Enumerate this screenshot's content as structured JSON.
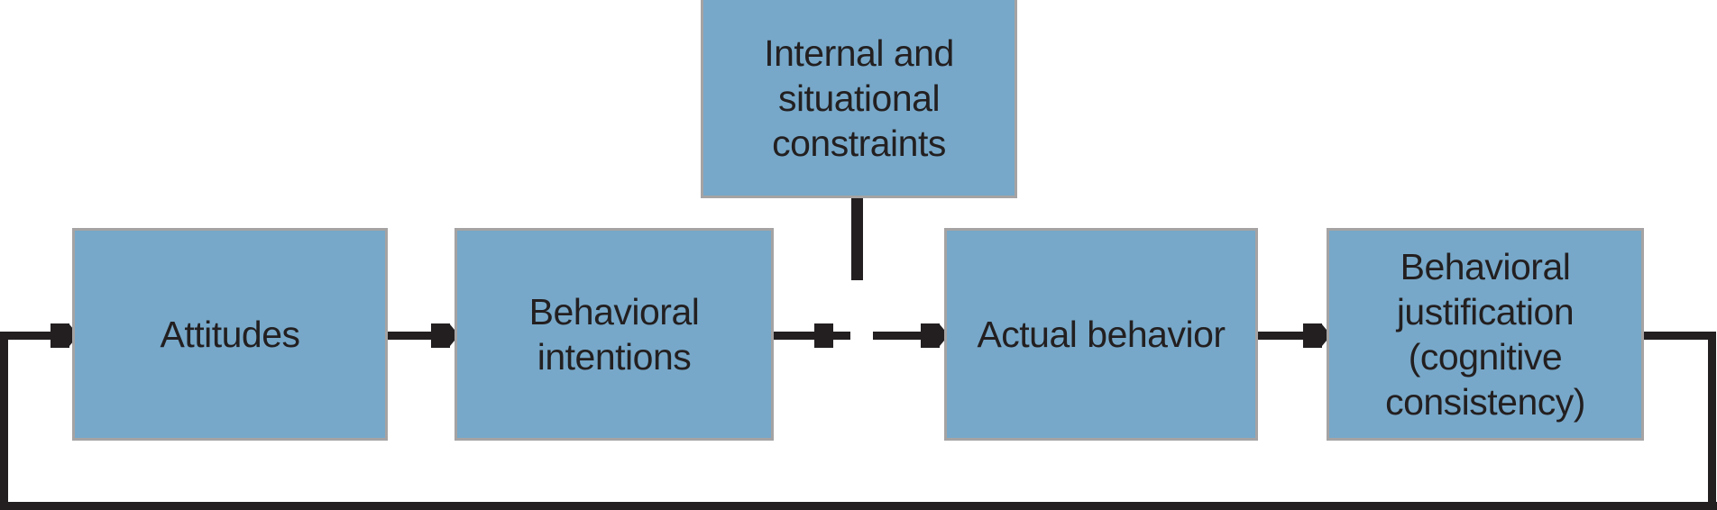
{
  "figure": {
    "type": "flow-diagram",
    "background": "#ffffff",
    "colors": {
      "node_fill": "#77a8c9",
      "node_border": "#a5a3a3",
      "connector": "#231f20",
      "text": "#231f20"
    },
    "nodes": {
      "constraints": {
        "label": "Internal and\nsituational\nconstraints"
      },
      "attitudes": {
        "label": "Attitudes"
      },
      "behavioral_intentions": {
        "label": "Behavioral\nintentions"
      },
      "actual_behavior": {
        "label": "Actual behavior"
      },
      "behavioral_justification": {
        "label": "Behavioral\njustification\n(cognitive\nconsistency)"
      }
    },
    "edges": [
      {
        "from": "attitudes",
        "to": "behavioral_intentions",
        "style": "solid-square-arrow"
      },
      {
        "from": "behavioral_intentions",
        "to": "actual_behavior",
        "style": "broken-square-arrow"
      },
      {
        "from": "constraints",
        "to": "intentions-behavior-link",
        "style": "solid-drop-line"
      },
      {
        "from": "actual_behavior",
        "to": "behavioral_justification",
        "style": "solid-square-arrow"
      },
      {
        "from": "behavioral_justification",
        "to": "attitudes",
        "style": "feedback-loop-bottom"
      }
    ]
  }
}
